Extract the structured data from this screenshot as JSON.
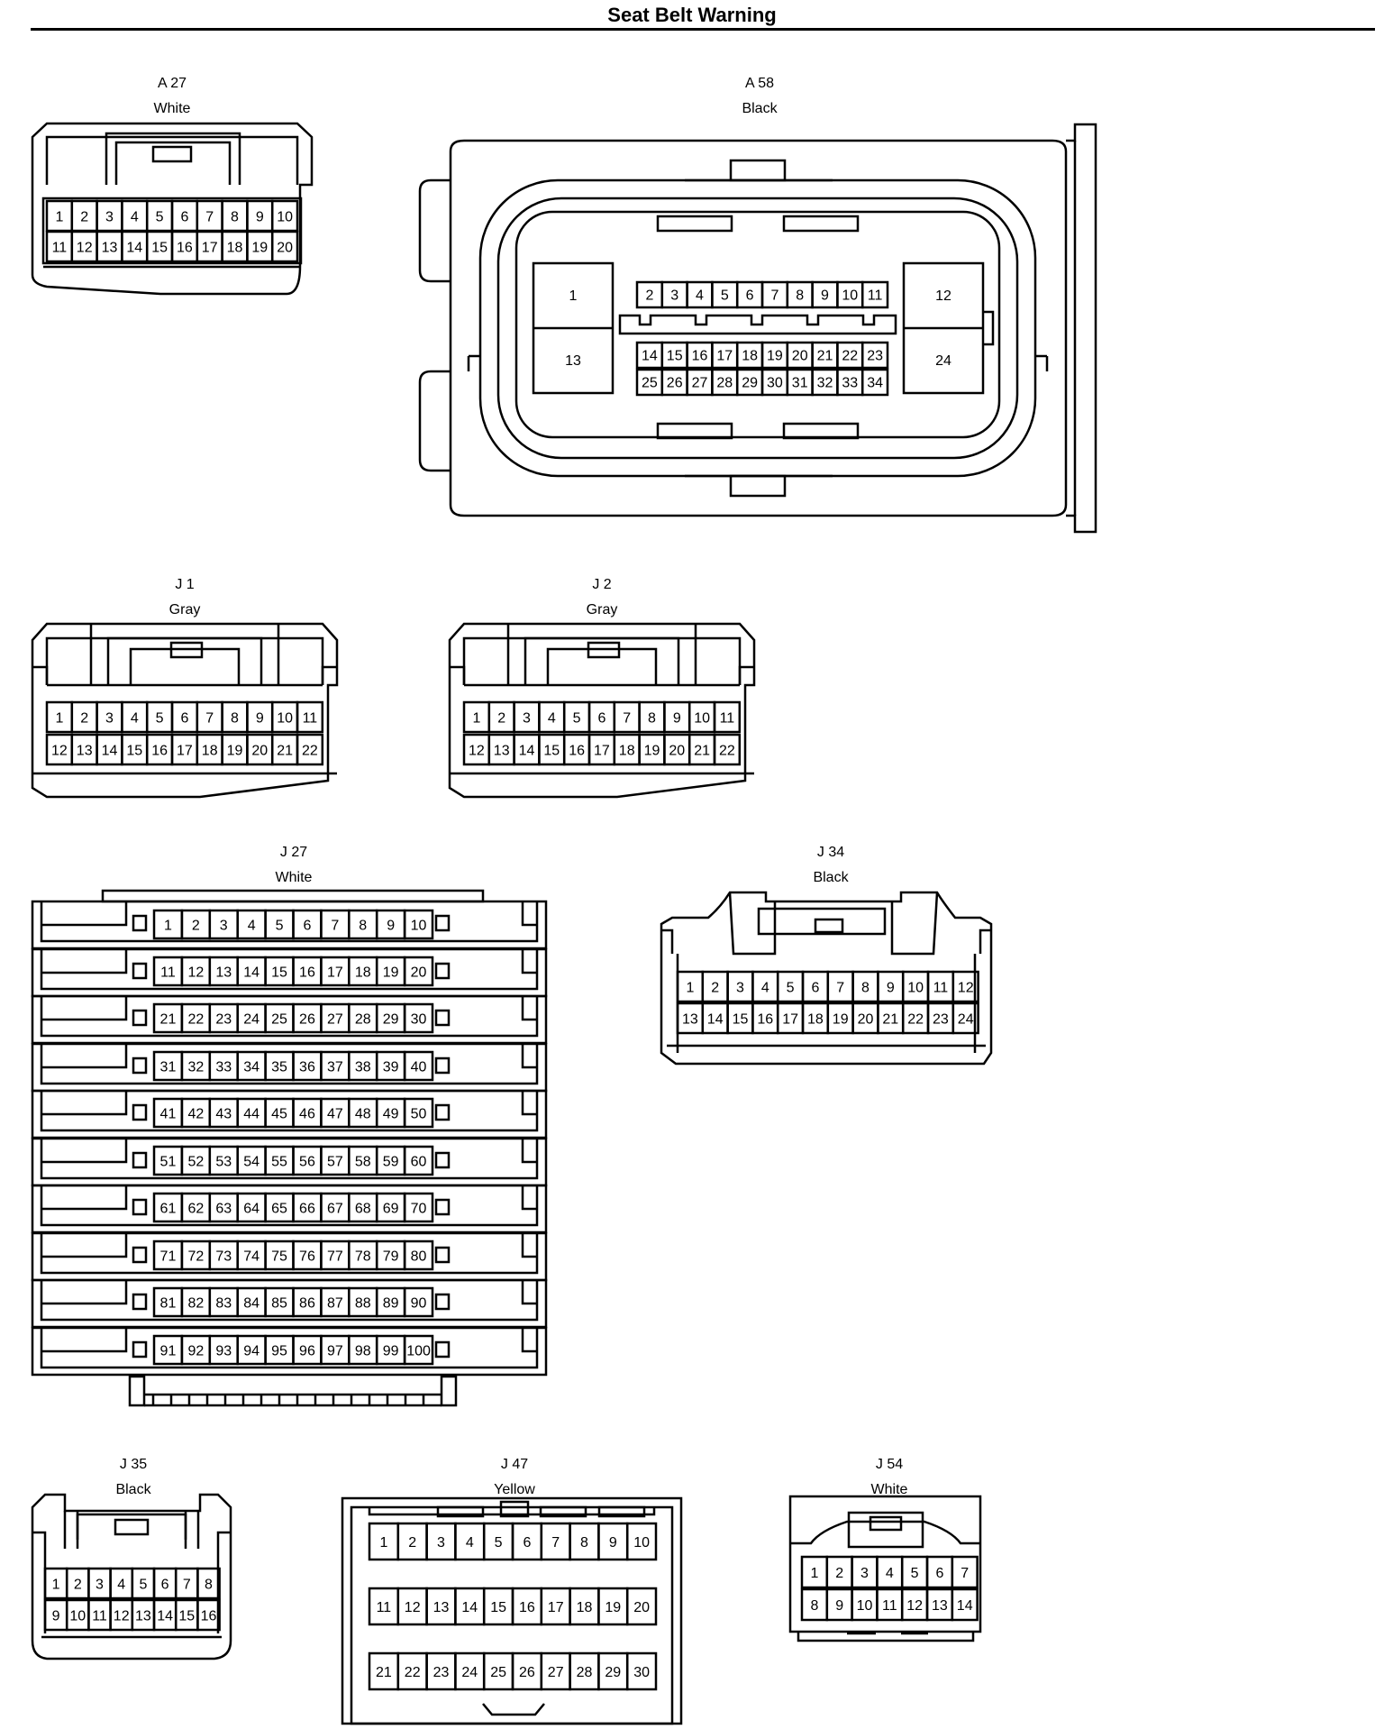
{
  "page_title": "Seat Belt Warning",
  "connectors": [
    {
      "id": "A 27",
      "color": "White",
      "rows": [
        [
          1,
          2,
          3,
          4,
          5,
          6,
          7,
          8,
          9,
          10
        ],
        [
          11,
          12,
          13,
          14,
          15,
          16,
          17,
          18,
          19,
          20
        ]
      ]
    },
    {
      "id": "A 58",
      "color": "Black",
      "left_pins": [
        "1",
        "13"
      ],
      "right_pins": [
        "12",
        "24"
      ],
      "rows": [
        [
          2,
          3,
          4,
          5,
          6,
          7,
          8,
          9,
          10,
          11
        ],
        [
          14,
          15,
          16,
          17,
          18,
          19,
          20,
          21,
          22,
          23
        ],
        [
          25,
          26,
          27,
          28,
          29,
          30,
          31,
          32,
          33,
          34
        ]
      ]
    },
    {
      "id": "J 1",
      "color": "Gray",
      "rows": [
        [
          1,
          2,
          3,
          4,
          5,
          6,
          7,
          8,
          9,
          10,
          11
        ],
        [
          12,
          13,
          14,
          15,
          16,
          17,
          18,
          19,
          20,
          21,
          22
        ]
      ]
    },
    {
      "id": "J 2",
      "color": "Gray",
      "rows": [
        [
          1,
          2,
          3,
          4,
          5,
          6,
          7,
          8,
          9,
          10,
          11
        ],
        [
          12,
          13,
          14,
          15,
          16,
          17,
          18,
          19,
          20,
          21,
          22
        ]
      ]
    },
    {
      "id": "J 27",
      "color": "White",
      "rows": [
        [
          1,
          2,
          3,
          4,
          5,
          6,
          7,
          8,
          9,
          10
        ],
        [
          11,
          12,
          13,
          14,
          15,
          16,
          17,
          18,
          19,
          20
        ],
        [
          21,
          22,
          23,
          24,
          25,
          26,
          27,
          28,
          29,
          30
        ],
        [
          31,
          32,
          33,
          34,
          35,
          36,
          37,
          38,
          39,
          40
        ],
        [
          41,
          42,
          43,
          44,
          45,
          46,
          47,
          48,
          49,
          50
        ],
        [
          51,
          52,
          53,
          54,
          55,
          56,
          57,
          58,
          59,
          60
        ],
        [
          61,
          62,
          63,
          64,
          65,
          66,
          67,
          68,
          69,
          70
        ],
        [
          71,
          72,
          73,
          74,
          75,
          76,
          77,
          78,
          79,
          80
        ],
        [
          81,
          82,
          83,
          84,
          85,
          86,
          87,
          88,
          89,
          90
        ],
        [
          91,
          92,
          93,
          94,
          95,
          96,
          97,
          98,
          99,
          100
        ]
      ]
    },
    {
      "id": "J 34",
      "color": "Black",
      "rows": [
        [
          1,
          2,
          3,
          4,
          5,
          6,
          7,
          8,
          9,
          10,
          11,
          12
        ],
        [
          13,
          14,
          15,
          16,
          17,
          18,
          19,
          20,
          21,
          22,
          23,
          24
        ]
      ]
    },
    {
      "id": "J 35",
      "color": "Black",
      "rows": [
        [
          1,
          2,
          3,
          4,
          5,
          6,
          7,
          8
        ],
        [
          9,
          10,
          11,
          12,
          13,
          14,
          15,
          16
        ]
      ]
    },
    {
      "id": "J 47",
      "color": "Yellow",
      "rows": [
        [
          1,
          2,
          3,
          4,
          5,
          6,
          7,
          8,
          9,
          10
        ],
        [
          11,
          12,
          13,
          14,
          15,
          16,
          17,
          18,
          19,
          20
        ],
        [
          21,
          22,
          23,
          24,
          25,
          26,
          27,
          28,
          29,
          30
        ]
      ]
    },
    {
      "id": "J 54",
      "color": "White",
      "rows": [
        [
          1,
          2,
          3,
          4,
          5,
          6,
          7
        ],
        [
          8,
          9,
          10,
          11,
          12,
          13,
          14
        ]
      ]
    }
  ]
}
